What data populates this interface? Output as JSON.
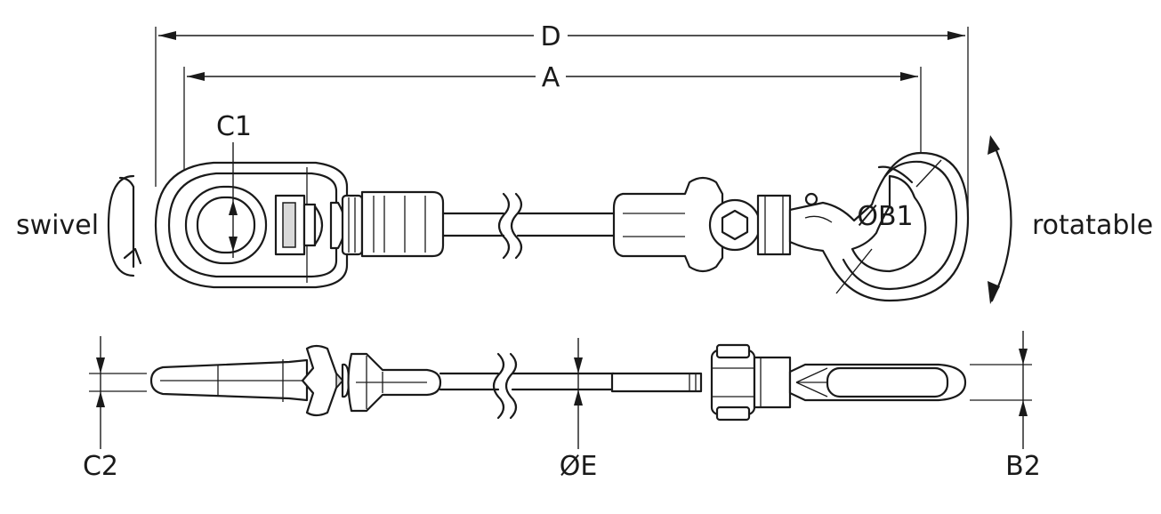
{
  "labels": {
    "D": "D",
    "A": "A",
    "C1": "C1",
    "B1": "ØB1",
    "C2": "C2",
    "E": "ØE",
    "B2": "B2"
  },
  "annotations": {
    "swivel": "swivel",
    "rotatable": "rotatable"
  }
}
